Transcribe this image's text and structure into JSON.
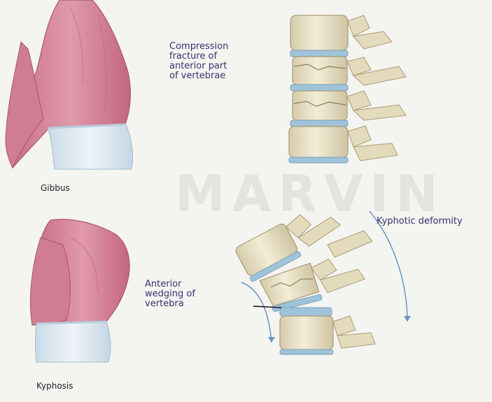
{
  "panels": {
    "gibbus": {
      "caption": "Gibbus",
      "annotation": "Compression\nfracture of\nanterior part\nof vertebrae"
    },
    "kyphosis": {
      "caption": "Kyphosis",
      "annotation": "Anterior\nwedging of\nvertebra",
      "deformity_label": "Kyphotic deformity"
    }
  },
  "watermark": "MARVIN",
  "colors": {
    "skin": "#d9879a",
    "skin_dark": "#b85a72",
    "bone": "#ebe3c9",
    "bone_shadow": "#c9bf9e",
    "disc": "#9fc3d8",
    "cloth": "#dce8f0",
    "label_ink": "#3a2f6e",
    "arrow": "#6c96bf"
  }
}
